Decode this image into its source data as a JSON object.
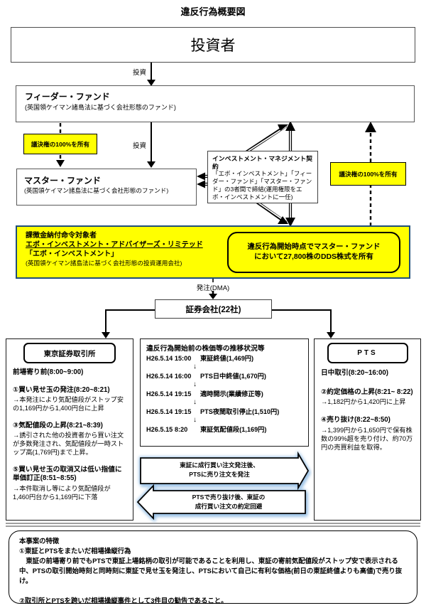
{
  "title": "違反行為概要図",
  "colors": {
    "highlight_yellow": "#FFFF00",
    "surcharge_border_blue": "#1F4E79",
    "banner_glow_blue": "#9DC3E6",
    "text_black": "#000000"
  },
  "labels": {
    "invest": "投資",
    "order_dma": "発注(DMA)"
  },
  "investor_box": {
    "label": "投資者"
  },
  "feeder_fund": {
    "title": "フィーダー・ファンド",
    "subtitle": "(英国領ケイマン諸島法に基づく会社形態のファンド)"
  },
  "voting_left": "議決権の100%を所有",
  "voting_right": "議決権の100%を所有",
  "master_fund": {
    "title": "マスター・ファンド",
    "subtitle": "(英国領ケイマン諸島法に基づく会社形態のファンド)"
  },
  "im_contract": {
    "title": "インベストメント・マネジメント契約",
    "body": "「エボ・インベストメント」「フィーダー・ファンド」「マスター・ファンド」の3者間で締結(運用権限をエボ・インベストメントに一任)"
  },
  "surcharge_box": {
    "line1": "課徴金納付命令対象者",
    "line2": "エボ・インベストメント・アドバイザーズ・リミテッド",
    "line3": "「エボ・インベストメント」",
    "line4": "(英国領ケイマン諸島法に基づく会社形態の投資運用会社)"
  },
  "holding_note": {
    "line1": "違反行為開始時点でマスター・ファンド",
    "line2": "において27,800株のDDS株式を所有"
  },
  "securities_box": "証券会社(22社)",
  "tse": {
    "header": "東京証券取引所",
    "session": "前場寄り前(8:00~9:00)",
    "blocks": [
      {
        "title": "①買い見せ玉の発注(8:20~8:21)",
        "body": "→本発注により気配値段がストップ安の1,169円から1,400円台に上昇"
      },
      {
        "title": "③気配値段の上昇(8:21~8:39)",
        "body": "→誘引された他の投資者から買い注文が多数発注され、気配値段が一時ストップ高(1,769円)まで上昇。"
      },
      {
        "title": "⑤買い見せ玉の取消又は低い指値に単価訂正(8:51~8:55)",
        "body": "→本件取消し等により気配値段が1,460円台から1,169円に下落"
      }
    ]
  },
  "timeline": {
    "header": "違反行為開始前の株価等の推移状況等",
    "down_arrow": "↓",
    "rows": [
      {
        "time": "H26.5.14 15:00",
        "desc": "東証終値(1,469円)"
      },
      {
        "time": "H26.5.14 16:00",
        "desc": "PTS日中終値(1,670円)"
      },
      {
        "time": "H26.5.14 19:15",
        "desc": "適時開示(業績修正等)"
      },
      {
        "time": "H26.5.14 19:15",
        "desc": " PTS夜間取引停止(1,510円)"
      },
      {
        "time": "H26.5.15  8:20",
        "desc": "東証気配値段(1,169円)"
      }
    ]
  },
  "pts": {
    "header": "PTS",
    "session": "日中取引(8:20~16:00)",
    "blocks": [
      {
        "title": "②約定価格の上昇(8:21~ 8:22)",
        "body": "→1,182円から1,420円に上昇"
      },
      {
        "title": "④売り抜け(8:22~8:50)",
        "body": "→1,399円から1,650円で保有株数の99%超を売り付け、約70万円の売買利益を取得。"
      }
    ]
  },
  "banners": {
    "to_pts": {
      "line1": "東証に成行買い注文発注後、",
      "line2": "PTSに売り注文を発注"
    },
    "from_pts": {
      "line1": "PTSで売り抜け後、東証の",
      "line2": "成行買い注文の約定回避"
    }
  },
  "features": {
    "header": "本事案の特徴",
    "item1_title": "①東証とPTSをまたいだ相場操縦行為",
    "item1_body": "　東証の前場寄り前でもPTSで東証上場銘柄の取引が可能であることを利用し、東証の寄前気配値段がストップ安で表示される中、PTSの取引開始時刻と同時刻に東証で見せ玉を発注し、PTSにおいて自己に有利な価格(前日の東証終値よりも高値)で売り抜け。",
    "item2": "②取引所とPTSを跨いだ相場操縦事件として3件目の勧告であること。"
  }
}
